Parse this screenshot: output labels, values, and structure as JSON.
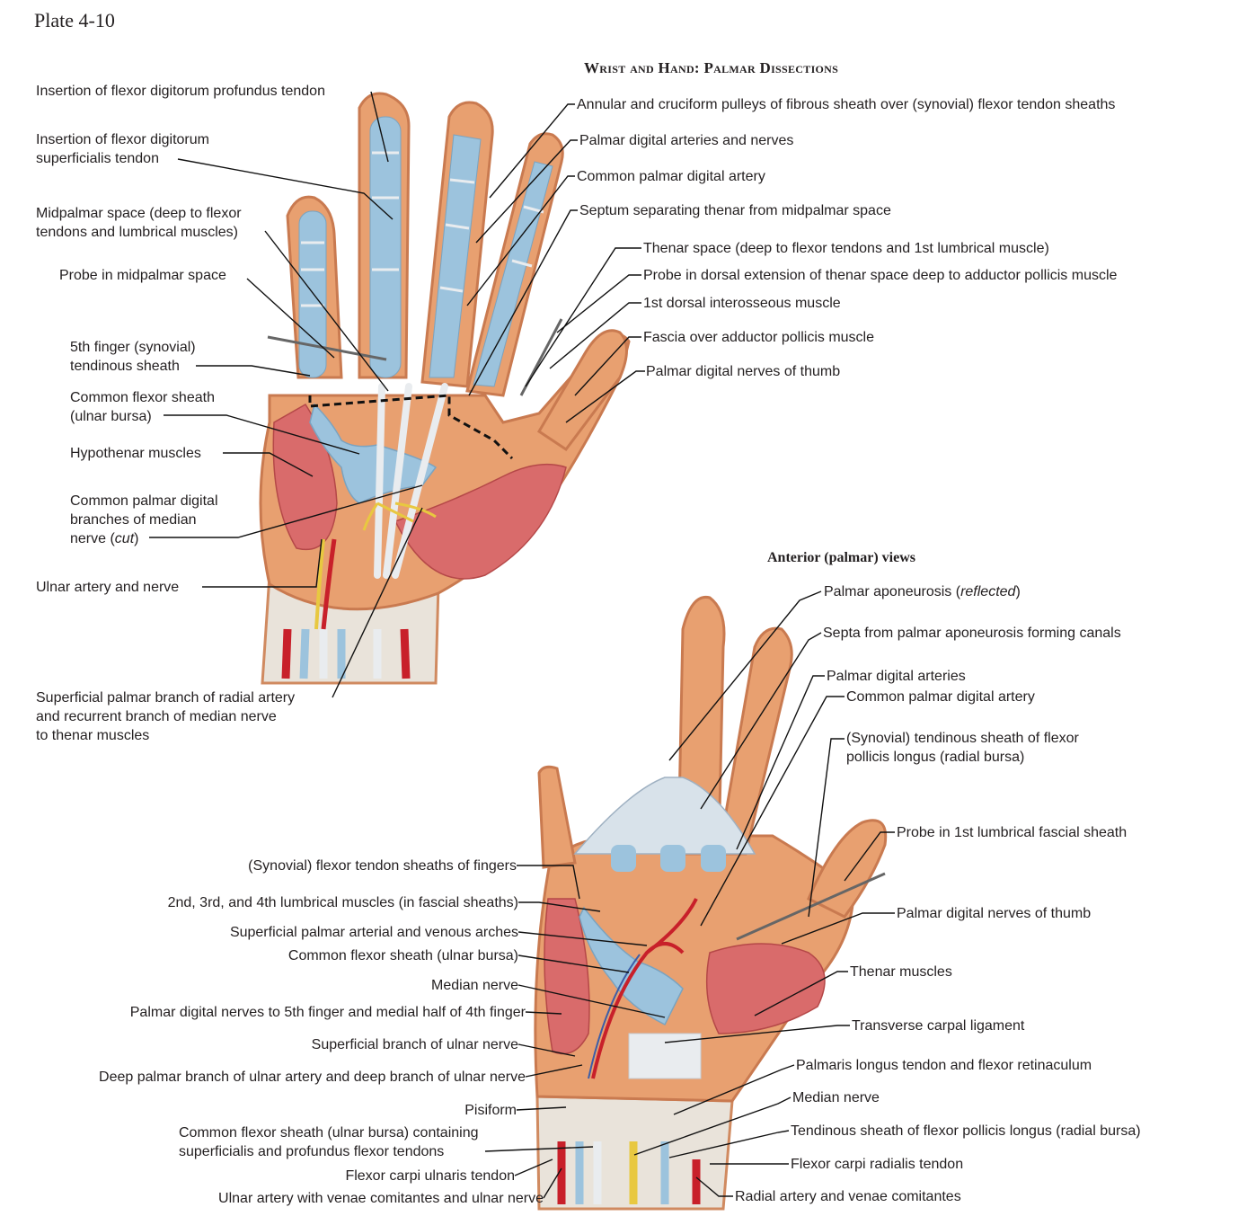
{
  "plate": "Plate 4-10",
  "title": "Wrist and Hand: Palmar Dissections",
  "subtitle": "Anterior (palmar) views",
  "upper_left_labels": [
    "Insertion of flexor digitorum profundus tendon",
    "Insertion of flexor digitorum\nsuperficialis tendon",
    "Midpalmar space (deep to flexor\ntendons and lumbrical muscles)",
    "Probe in midpalmar space",
    "5th finger (synovial)\ntendinous sheath",
    "Common flexor sheath\n(ulnar bursa)",
    "Hypothenar muscles",
    "Common palmar digital\nbranches of median\nnerve (cut)",
    "Ulnar artery and nerve",
    "Superficial palmar branch of radial artery\nand recurrent branch of median nerve\nto thenar muscles"
  ],
  "upper_right_labels": [
    "Annular and cruciform pulleys of fibrous sheath over (synovial) flexor tendon sheaths",
    "Palmar digital arteries and nerves",
    "Common palmar digital artery",
    "Septum separating thenar from midpalmar space",
    "Thenar space (deep to flexor tendons and 1st lumbrical muscle)",
    "Probe in dorsal extension of thenar space deep to adductor pollicis muscle",
    "1st dorsal interosseous muscle",
    "Fascia over adductor pollicis muscle",
    "Palmar digital nerves of thumb"
  ],
  "lower_left_labels": [
    "(Synovial) flexor tendon sheaths of fingers",
    "2nd, 3rd, and 4th lumbrical muscles (in fascial sheaths)",
    "Superficial palmar arterial and venous arches",
    "Common flexor sheath (ulnar bursa)",
    "Median nerve",
    "Palmar digital nerves to 5th finger and medial half of 4th finger",
    "Superficial branch of ulnar nerve",
    "Deep palmar branch of ulnar artery and deep branch of ulnar nerve",
    "Pisiform",
    "Common flexor sheath (ulnar bursa) containing\nsuperficialis and profundus flexor tendons",
    "Flexor carpi ulnaris tendon",
    "Ulnar artery with venae comitantes and ulnar nerve"
  ],
  "lower_right_labels": [
    "Palmar aponeurosis (reflected)",
    "Septa from palmar aponeurosis forming canals",
    "Palmar digital arteries",
    "Common palmar digital artery",
    "(Synovial) tendinous sheath of flexor\npollicis longus (radial bursa)",
    "Probe in 1st lumbrical fascial sheath",
    "Palmar digital nerves of thumb",
    "Thenar muscles",
    "Transverse carpal ligament",
    "Palmaris longus tendon and flexor retinaculum",
    "Median nerve",
    "Tendinous sheath of flexor pollicis longus (radial bursa)",
    "Flexor carpi radialis tendon",
    "Radial artery and venae comitantes"
  ],
  "colors": {
    "skin": "#e8a070",
    "muscle": "#d96b6b",
    "sheath": "#9cc3dd",
    "tendon": "#e9ecef",
    "artery": "#c8202a",
    "vein": "#3b5ea8",
    "nerve": "#e8c840",
    "fat": "#f2c24a",
    "leader": "#111111"
  }
}
